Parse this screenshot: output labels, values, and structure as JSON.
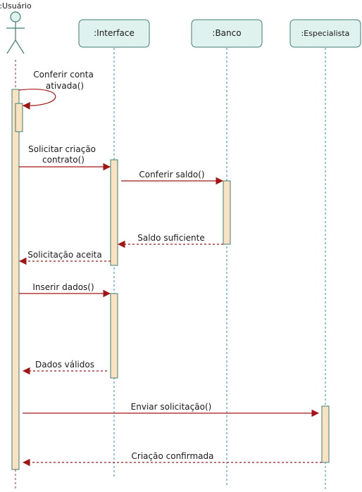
{
  "participants": {
    "usuario": {
      "label": ":Usuário"
    },
    "interface": {
      "label": ":Interface"
    },
    "banco": {
      "label": ":Banco"
    },
    "especialista": {
      "label": ":Especialista"
    }
  },
  "messages": [
    {
      "text_lines": [
        "Conferir conta",
        "ativada()"
      ]
    },
    {
      "text_lines": [
        "Solicitar criação",
        "contrato()"
      ]
    },
    {
      "text_lines": [
        "Conferir saldo()"
      ]
    },
    {
      "text_lines": [
        "Saldo suficiente"
      ]
    },
    {
      "text_lines": [
        "Solicitação aceita"
      ]
    },
    {
      "text_lines": [
        "Inserir dados()"
      ]
    },
    {
      "text_lines": [
        "Dados válidos"
      ]
    },
    {
      "text_lines": [
        "Enviar solicitação()"
      ]
    },
    {
      "text_lines": [
        "Criação confirmada"
      ]
    }
  ],
  "colors": {
    "object_fill": "#e0f2ee",
    "object_stroke": "#3d7f72",
    "activation_fill": "#fbe3c2",
    "arrow": "#a31515",
    "lifeline_usuario": "#b22222",
    "lifeline_other": "#2a8fc4"
  }
}
